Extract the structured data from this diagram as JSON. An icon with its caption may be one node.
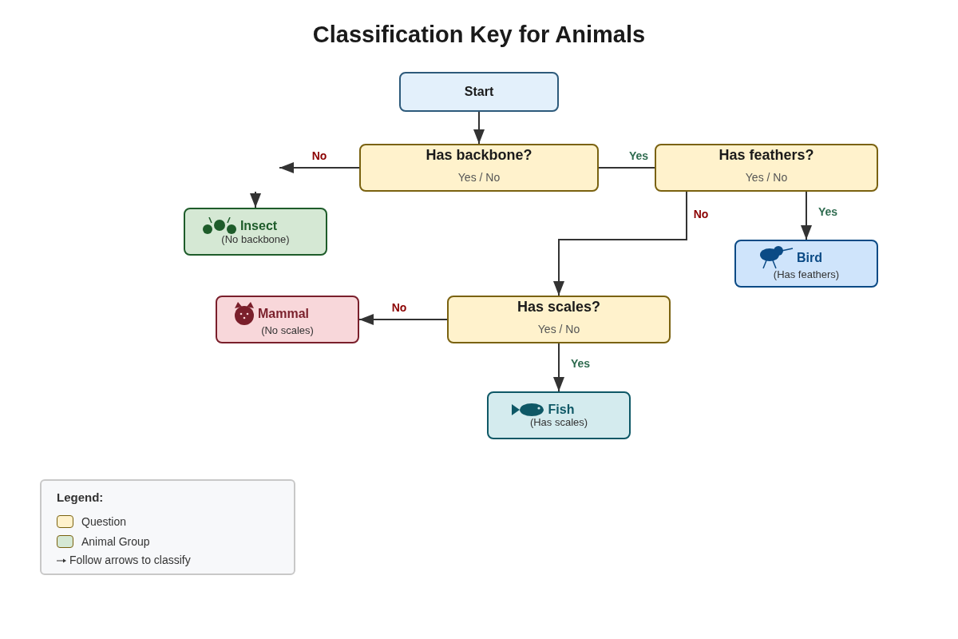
{
  "diagram": {
    "title": "Classification Key for Animals",
    "nodes": [
      {
        "text": [
          "Start"
        ]
      },
      {
        "text": [
          "Has backbone?",
          "Yes / No"
        ]
      },
      {
        "text": [
          "Has feathers?",
          "Yes / No"
        ]
      },
      {
        "text": [
          "Insect",
          "(No backbone)"
        ]
      },
      {
        "text": [
          "Bird",
          "(Has feathers)"
        ]
      },
      {
        "text": [
          "Mammal",
          "(No scales)"
        ]
      },
      {
        "text": [
          "Has scales?",
          "Yes / No"
        ]
      },
      {
        "text": [
          "Fish",
          "(Has scales)"
        ]
      }
    ],
    "edges": [
      {
        "from": 0,
        "to": 1,
        "arrow": "to"
      },
      {
        "from": 1,
        "to": null,
        "label": "No",
        "arrow": "to"
      },
      {
        "from": null,
        "to": 3,
        "arrow": "to"
      },
      {
        "from": 1,
        "to": 2,
        "label": "Yes",
        "arrow": "none"
      },
      {
        "from": 2,
        "to": 6,
        "label": "No",
        "arrow": "to"
      },
      {
        "from": 2,
        "to": 4,
        "label": "Yes",
        "arrow": "to"
      },
      {
        "from": 6,
        "to": 5,
        "label": "No",
        "arrow": "to"
      },
      {
        "from": 6,
        "to": 7,
        "label": "Yes",
        "arrow": "to"
      }
    ],
    "labels": [
      "Legend:"
    ],
    "legend": [
      {
        "text": "Question",
        "color": "#fff2cc"
      },
      {
        "text": "Animal Group",
        "color": "#d5e8d4"
      },
      {
        "text": "Follow arrows to classify"
      }
    ]
  }
}
